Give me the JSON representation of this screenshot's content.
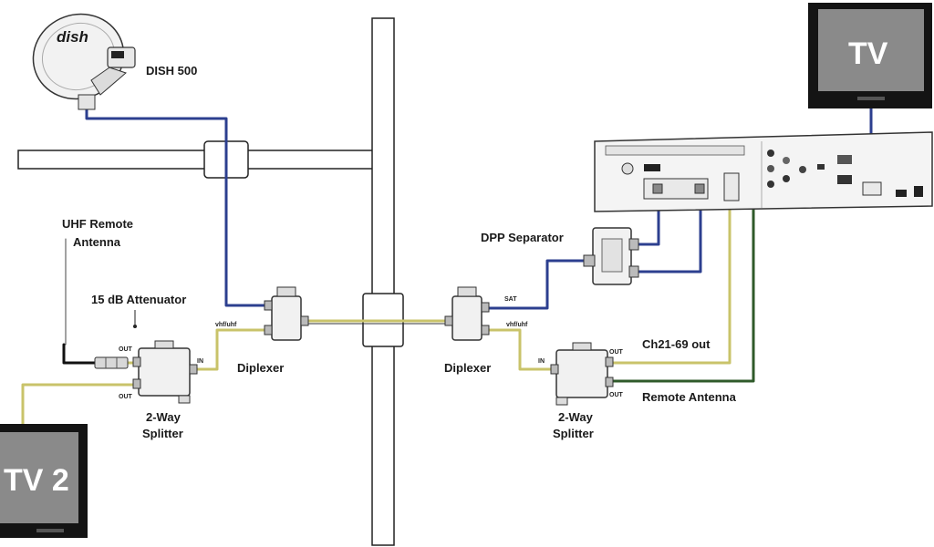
{
  "labels": {
    "dish_brand": "dish",
    "dish_500": "DISH 500",
    "uhf_remote_line1": "UHF Remote",
    "uhf_remote_line2": "Antenna",
    "attenuator": "15 dB Attenuator",
    "out_upper": "OUT",
    "out_lower": "OUT",
    "in_left": "IN",
    "diplexer_left": "Diplexer",
    "diplexer_right": "Diplexer",
    "splitter_left_line1": "2-Way",
    "splitter_left_line2": "Splitter",
    "splitter_right_line1": "2-Way",
    "splitter_right_line2": "Splitter",
    "dpp_separator": "DPP Separator",
    "sat_port": "SAT",
    "vhf_uhf_left": "vhf/uhf",
    "vhf_uhf_right": "vhf/uhf",
    "in_right": "IN",
    "out_right_upper": "OUT",
    "out_right_lower": "OUT",
    "ch21_69_out": "Ch21-69 out",
    "remote_antenna": "Remote Antenna",
    "tv_main": "TV",
    "tv_2": "TV 2"
  },
  "colors": {
    "coax_blue": "#2c3f8f",
    "coax_yellow": "#c9c36a",
    "coax_green": "#2f5a2a",
    "tv_screen": "#8a8a8a",
    "tv_bezel": "#141414",
    "device_fill": "#f1f1f1",
    "receiver_fill": "#f4f4f4"
  }
}
